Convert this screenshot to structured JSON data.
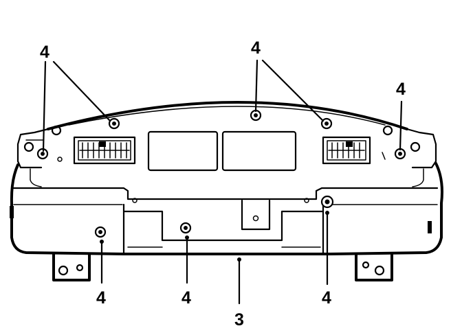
{
  "diagram": {
    "callouts": {
      "screw_top_left": "4",
      "screw_top_center": "4",
      "screw_top_right": "4",
      "screw_bottom_left": "4",
      "screw_bottom_center": "4",
      "screw_bottom_right": "4",
      "cluster_case": "3"
    },
    "colors": {
      "line": "#000000",
      "background": "#ffffff"
    }
  }
}
